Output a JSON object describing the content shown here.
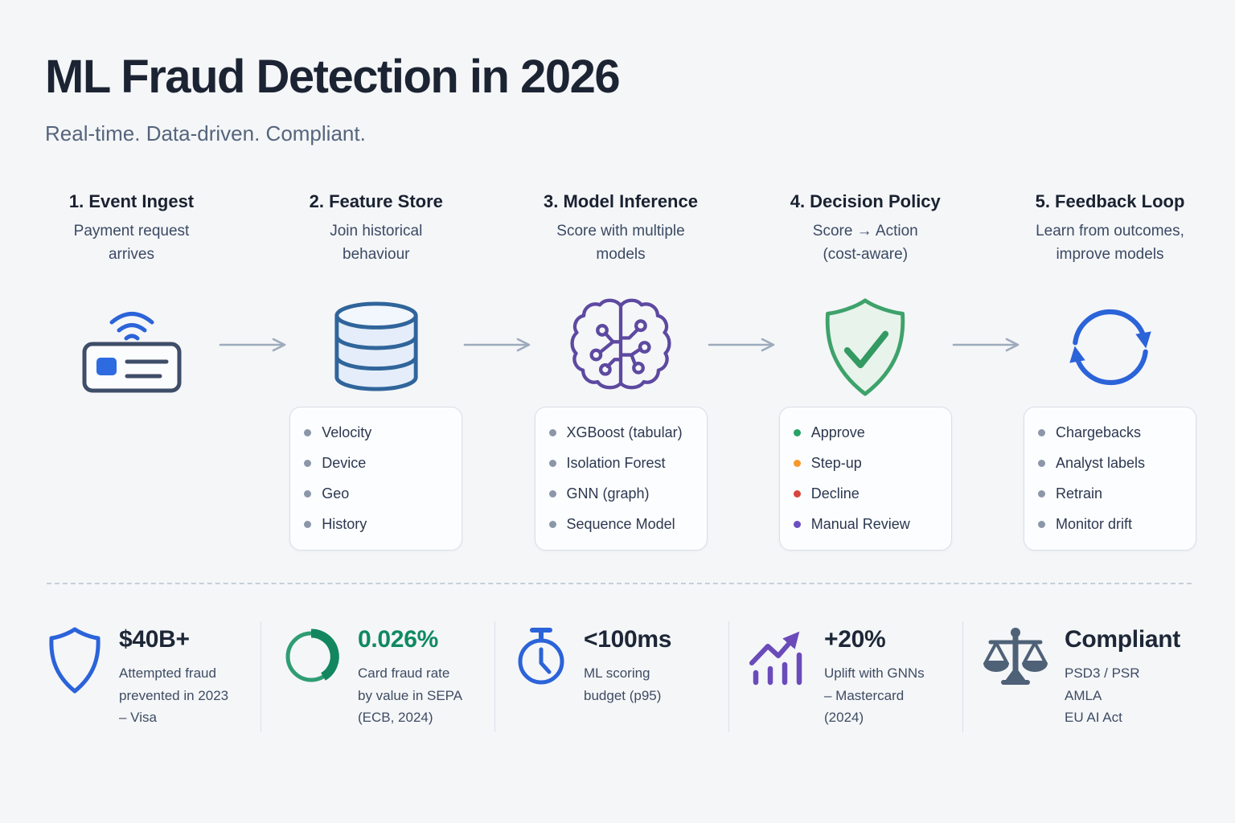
{
  "page": {
    "title": "ML Fraud Detection in 2026",
    "subtitle": "Real-time. Data-driven. Compliant."
  },
  "pipeline": {
    "steps": [
      {
        "title": "1. Event Ingest",
        "description": "Payment request\narrives",
        "icon": "contactless-card-icon",
        "items": []
      },
      {
        "title": "2. Feature Store",
        "description": "Join historical\nbehaviour",
        "icon": "database-icon",
        "items": [
          {
            "label": "Velocity",
            "color": "#8b97a9"
          },
          {
            "label": "Device",
            "color": "#8b97a9"
          },
          {
            "label": "Geo",
            "color": "#8b97a9"
          },
          {
            "label": "History",
            "color": "#8b97a9"
          }
        ]
      },
      {
        "title": "3. Model Inference",
        "description": "Score with multiple\nmodels",
        "icon": "brain-circuit-icon",
        "items": [
          {
            "label": "XGBoost (tabular)",
            "color": "#8b97a9"
          },
          {
            "label": "Isolation Forest",
            "color": "#8b97a9"
          },
          {
            "label": "GNN (graph)",
            "color": "#8b97a9"
          },
          {
            "label": "Sequence Model",
            "color": "#8b97a9"
          }
        ]
      },
      {
        "title": "4. Decision Policy",
        "description": "Score → Action\n(cost-aware)",
        "icon": "shield-check-icon",
        "items": [
          {
            "label": "Approve",
            "color": "#27a269"
          },
          {
            "label": "Step-up",
            "color": "#f5992b"
          },
          {
            "label": "Decline",
            "color": "#d8453e"
          },
          {
            "label": "Manual Review",
            "color": "#6a4fc1"
          }
        ]
      },
      {
        "title": "5. Feedback Loop",
        "description": "Learn from outcomes,\nimprove models",
        "icon": "sync-arrows-icon",
        "items": [
          {
            "label": "Chargebacks",
            "color": "#8b97a9"
          },
          {
            "label": "Analyst labels",
            "color": "#8b97a9"
          },
          {
            "label": "Retrain",
            "color": "#8b97a9"
          },
          {
            "label": "Monitor drift",
            "color": "#8b97a9"
          }
        ]
      }
    ]
  },
  "stats": [
    {
      "icon": "shield-outline-icon",
      "value": "$40B+",
      "value_color": "#1d2737",
      "description": "Attempted fraud\nprevented in 2023\n– Visa"
    },
    {
      "icon": "donut-progress-icon",
      "value": "0.026%",
      "value_color": "#0f8a60",
      "description": "Card fraud rate\nby value in SEPA\n(ECB, 2024)"
    },
    {
      "icon": "stopwatch-icon",
      "value": "<100ms",
      "value_color": "#1d2737",
      "description": "ML scoring\nbudget (p95)"
    },
    {
      "icon": "trend-up-chart-icon",
      "value": "+20%",
      "value_color": "#1d2737",
      "description": "Uplift with GNNs\n– Mastercard\n(2024)"
    },
    {
      "icon": "scales-icon",
      "value": "Compliant",
      "value_color": "#1d2737",
      "description": "PSD3 / PSR\nAMLA\nEU AI Act"
    }
  ],
  "colors": {
    "background": "#f5f6f8",
    "title": "#1c2433",
    "subtitle": "#55657c",
    "accent_blue": "#2b63d9",
    "accent_purple": "#5d49a0",
    "accent_green": "#3ea26b",
    "arrow_gray": "#9dabbc",
    "box_border": "#d9dfe9"
  }
}
